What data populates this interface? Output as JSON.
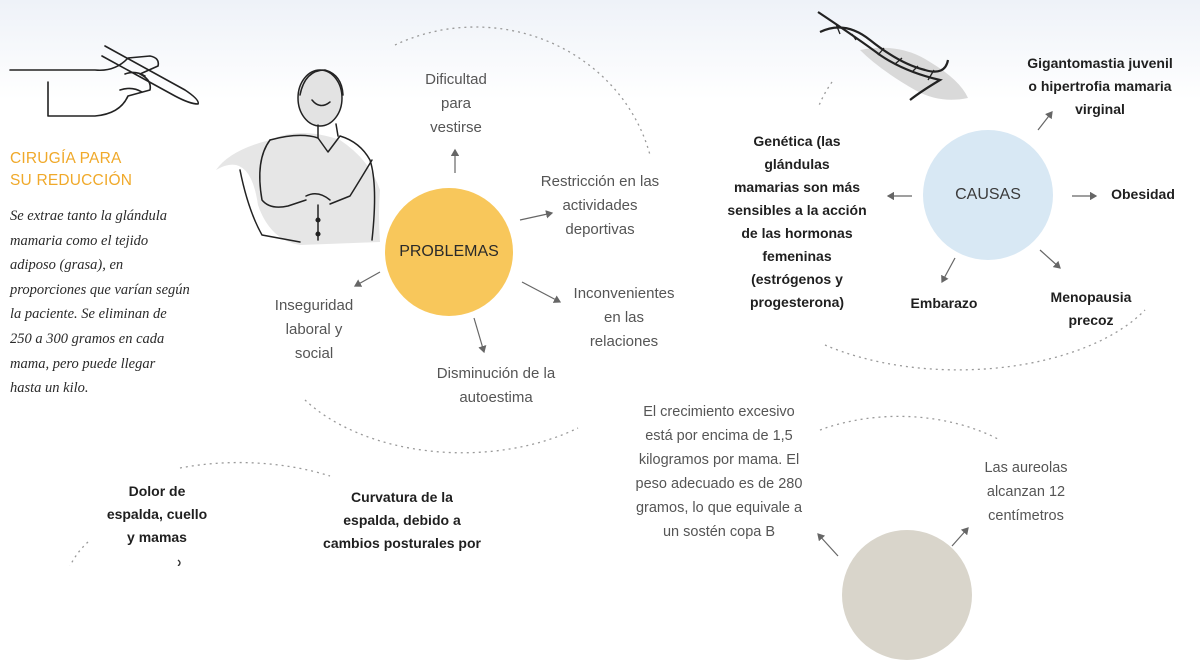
{
  "surgery": {
    "heading": "CIRUGÍA PARA\nSU REDUCCIÓN",
    "text": "Se extrae tanto la glándula mamaria como el tejido adiposo (grasa), en proporciones que varían según la paciente. Se eliminan de 250 a 300 gramos en cada mama, pero puede llegar hasta un kilo."
  },
  "problems": {
    "title": "PROBLEMAS",
    "items": [
      "Dificultad\npara\nvestirse",
      "Restricción en las\nactividades\ndeportivas",
      "Inconvenientes\nen las\nrelaciones",
      "Disminución de la\nautoestima",
      "Inseguridad\nlaboral y\nsocial"
    ]
  },
  "causes": {
    "title": "CAUSAS",
    "items": [
      "Genética (las\nglándulas\nmamarias son más\nsensibles a la acción\nde las hormonas\nfemeninas\n(estrógenos y\nprogesterona)",
      "Gigantomastia juvenil\no hipertrofia mamaria\nvirginal",
      "Obesidad",
      "Menopausia\nprecoz",
      "Embarazo"
    ]
  },
  "symptoms": {
    "items": [
      "Dolor de\nespalda, cuello\ny mamas",
      "Curvatura de la\nespalda, debido a\ncambios posturales por"
    ]
  },
  "size": {
    "items": [
      "El crecimiento excesivo\nestá por encima de 1,5\nkilogramos por mama. El\npeso adecuado es de 280\ngramos, lo que equivale a\nun sostén copa B",
      "Las aureolas\nalcanzan 12\ncentímetros"
    ]
  },
  "colors": {
    "problems_circle": "#f8c75b",
    "causes_circle": "#d8e8f4",
    "accent": "#f0a92a",
    "size_circle": "#d9d5cb"
  }
}
